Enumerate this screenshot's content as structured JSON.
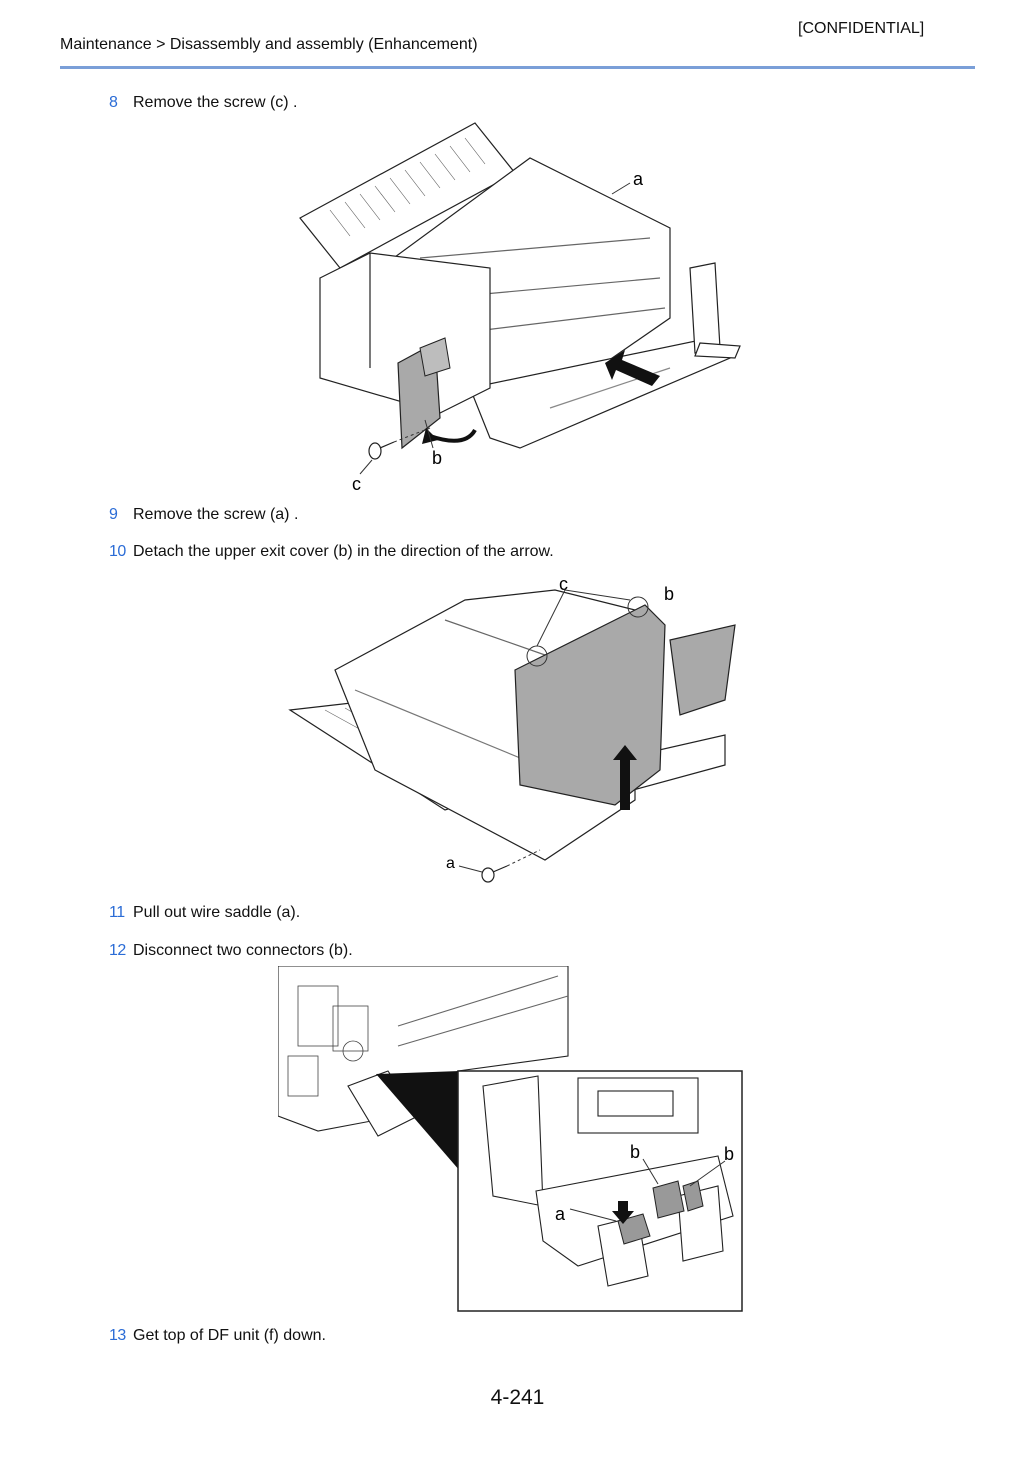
{
  "header": {
    "confidential": "[CONFIDENTIAL]",
    "breadcrumb": "Maintenance > Disassembly and assembly (Enhancement)"
  },
  "steps": [
    {
      "num": "8",
      "text": "Remove the screw (c) ."
    },
    {
      "num": "9",
      "text": "Remove the screw (a) ."
    },
    {
      "num": "10",
      "text": "Detach the upper exit cover (b) in the direction of the arrow."
    },
    {
      "num": "11",
      "text": "Pull out wire saddle (a)."
    },
    {
      "num": "12",
      "text": "Disconnect two connectors (b)."
    },
    {
      "num": "13",
      "text": "Get top of DF unit (f) down."
    }
  ],
  "figures": {
    "fig1": {
      "label_a": "a",
      "label_b": "b",
      "label_c": "c"
    },
    "fig2": {
      "label_a": "a",
      "label_b": "b",
      "label_c": "c"
    },
    "fig3": {
      "label_a": "a",
      "label_b1": "b",
      "label_b2": "b"
    }
  },
  "footer": {
    "page_number": "4-241"
  }
}
